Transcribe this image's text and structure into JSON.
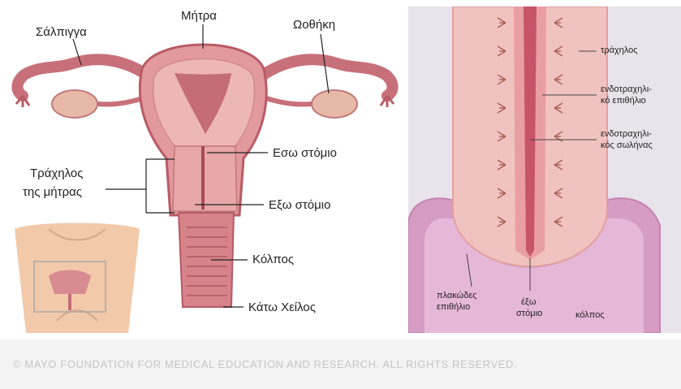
{
  "left_diagram": {
    "labels": {
      "fallopian_tube": "Σάλπιγγα",
      "uterus": "Μήτρα",
      "ovary": "Ωοθήκη",
      "cervix_line1": "Τράχηλος",
      "cervix_line2": "της μήτρας",
      "internal_os": "Εσω στόμιο",
      "external_os": "Εξω στόμιο",
      "vagina": "Κόλπος",
      "lower_lip": "Κάτω Χείλος"
    }
  },
  "right_diagram": {
    "labels": {
      "cervix": "τράχηλος",
      "endocervical_epithelium_line1": "ενδοτραχηλι-",
      "endocervical_epithelium_line2": "κό επιθήλιο",
      "endocervical_canal_line1": "ενδοτραχηλι-",
      "endocervical_canal_line2": "κός σωλήνας",
      "squamous_epithelium_line1": "πλακώδες",
      "squamous_epithelium_line2": "επιθήλιο",
      "external_os_line1": "έξω",
      "external_os_line2": "στόμιο",
      "vagina": "κόλπος"
    }
  },
  "footer": {
    "copyright": "© MAYO FOUNDATION FOR MEDICAL EDUCATION AND RESEARCH. ALL RIGHTS RESERVED."
  },
  "colors": {
    "tissue_dark": "#c8707a",
    "tissue_light": "#e9a3a5",
    "tissue_pale": "#f1c3c0",
    "right_bg": "#e9e3ec",
    "right_purple": "#d69cc4"
  }
}
